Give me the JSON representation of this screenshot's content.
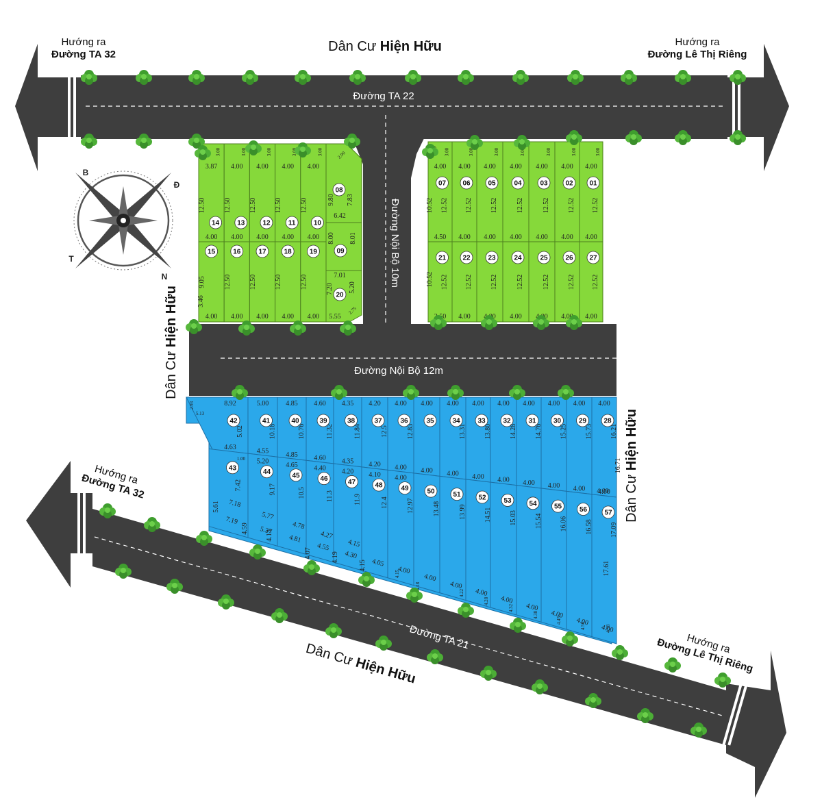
{
  "colors": {
    "road": "#3e3e3e",
    "green_lot": "#86d93a",
    "blue_lot": "#2ba8ea",
    "lot_line": "#4d7f1f",
    "blue_line": "#1c6fa5",
    "tree": "#4cae36"
  },
  "labels": {
    "top_area": [
      "Dân Cư ",
      "Hiện Hữu"
    ],
    "bottom_area": [
      "Dân Cư ",
      "Hiện Hữu"
    ],
    "left_area": [
      "Dân Cư ",
      "Hiện Hữu"
    ],
    "right_area": [
      "Dân Cư ",
      "Hiện Hữu"
    ],
    "road_ta22": "Đường TA 22",
    "road_ta21": "Đường TA 21",
    "road_noibo12": "Đường Nội Bộ 12m",
    "road_noibo10": "Đường Nội Bộ 10m",
    "dir_tl": [
      "Hướng ra",
      "Đường TA 32"
    ],
    "dir_tr": [
      "Hướng ra",
      "Đường Lê Thị Riêng"
    ],
    "dir_bl": [
      "Hướng ra",
      "Đường TA 32"
    ],
    "dir_br": [
      "Hướng ra",
      "Đường Lê Thị Riêng"
    ],
    "compass": [
      "B",
      "Đ",
      "N",
      "T"
    ]
  },
  "green_left_top": [
    {
      "lot": "14",
      "front": "3.87",
      "depth": "12.50",
      "back": "4.00"
    },
    {
      "lot": "13",
      "front": "4.00",
      "depth": "12.50",
      "back": "4.00"
    },
    {
      "lot": "12",
      "front": "4.00",
      "depth": "12.50",
      "back": "4.00"
    },
    {
      "lot": "11",
      "front": "4.00",
      "depth": "12.50",
      "back": "4.00"
    },
    {
      "lot": "10",
      "front": "4.00",
      "depth": "12.50",
      "back": "4.00"
    }
  ],
  "green_left_bottom": [
    {
      "lot": "15",
      "depth": "9.05",
      "front": "4.00"
    },
    {
      "lot": "16",
      "depth": "12.50",
      "front": "4.00"
    },
    {
      "lot": "17",
      "depth": "12.50",
      "front": "4.00"
    },
    {
      "lot": "18",
      "depth": "12.50",
      "front": "4.00"
    },
    {
      "lot": "19",
      "depth": "12.50",
      "front": "4.00"
    }
  ],
  "green_left_extra": {
    "lot08": "08",
    "lot09": "09",
    "lot20": "20",
    "d_980": "9.80",
    "d_783": "7.83",
    "d_642": "6.42",
    "d_800": "8.00",
    "d_801": "8.01",
    "d_701": "7.01",
    "d_720": "7.20",
    "d_520": "5.20",
    "d_555": "5.55",
    "d_275": "2.75",
    "d_346": "3.46",
    "d_300": "3.00",
    "d_290": "2.90"
  },
  "green_right_top": [
    {
      "lot": "07",
      "front": "4.00",
      "depth": "12.52",
      "back": "4.50"
    },
    {
      "lot": "06",
      "front": "4.00",
      "depth": "12.52",
      "back": "4.00"
    },
    {
      "lot": "05",
      "front": "4.00",
      "depth": "12.52",
      "back": "4.00"
    },
    {
      "lot": "04",
      "front": "4.00",
      "depth": "12.52",
      "back": "4.00"
    },
    {
      "lot": "03",
      "front": "4.00",
      "depth": "12.52",
      "back": "4.00"
    },
    {
      "lot": "02",
      "front": "4.00",
      "depth": "12.52",
      "back": "4.00"
    },
    {
      "lot": "01",
      "front": "4.00",
      "depth": "12.52",
      "back": "4.00"
    }
  ],
  "green_right_bottom": [
    {
      "lot": "21",
      "depth": "12.52",
      "front": "2.50"
    },
    {
      "lot": "22",
      "depth": "12.52",
      "front": "4.00"
    },
    {
      "lot": "23",
      "depth": "12.52",
      "front": "4.00"
    },
    {
      "lot": "24",
      "depth": "12.52",
      "front": "4.00"
    },
    {
      "lot": "25",
      "depth": "12.52",
      "front": "4.00"
    },
    {
      "lot": "26",
      "depth": "12.52",
      "front": "4.00"
    },
    {
      "lot": "27",
      "depth": "12.52",
      "front": "4.00"
    }
  ],
  "green_right_extra": {
    "d_1052a": "10.52",
    "d_1052b": "10.52",
    "d_300": "3.00",
    "d_290": "2.90"
  },
  "blue_top": [
    {
      "lot": "42",
      "front": "8.92",
      "depth": "5.02",
      "back": "4.63"
    },
    {
      "lot": "41",
      "front": "5.00",
      "depth": "10.18",
      "back": "4.55"
    },
    {
      "lot": "40",
      "front": "4.85",
      "depth": "10.76",
      "back": "4.85"
    },
    {
      "lot": "39",
      "front": "4.60",
      "depth": "11.32",
      "back": "4.60"
    },
    {
      "lot": "38",
      "front": "4.35",
      "depth": "11.84",
      "back": "4.35"
    },
    {
      "lot": "37",
      "front": "4.20",
      "depth": "12.5",
      "back": "4.20"
    },
    {
      "lot": "36",
      "front": "4.00",
      "depth": "12.83",
      "back": "4.00"
    },
    {
      "lot": "35",
      "front": "4.00",
      "depth": "",
      "back": "4.00"
    },
    {
      "lot": "34",
      "front": "4.00",
      "depth": "13.31",
      "back": "4.00"
    },
    {
      "lot": "33",
      "front": "4.00",
      "depth": "13.80",
      "back": "4.00"
    },
    {
      "lot": "32",
      "front": "4.00",
      "depth": "14.28",
      "back": "4.00"
    },
    {
      "lot": "31",
      "front": "4.00",
      "depth": "14.76",
      "back": "4.00"
    },
    {
      "lot": "30",
      "front": "4.00",
      "depth": "15.25",
      "back": "4.00"
    },
    {
      "lot": "29",
      "front": "4.00",
      "depth": "15.73",
      "back": "4.00"
    },
    {
      "lot": "28",
      "front": "4.00",
      "depth": "16.21",
      "back": "4.00"
    }
  ],
  "blue_bottom": [
    {
      "lot": "43",
      "top": "",
      "depth": "7.42",
      "bottom": "7.19"
    },
    {
      "lot": "44",
      "top": "5.20",
      "depth": "9.17",
      "bottom": "5.37"
    },
    {
      "lot": "45",
      "top": "4.65",
      "depth": "10.5",
      "bottom": "4.81"
    },
    {
      "lot": "46",
      "top": "4.40",
      "depth": "11.3",
      "bottom": "4.55"
    },
    {
      "lot": "47",
      "top": "4.20",
      "depth": "11.9",
      "bottom": "4.30"
    },
    {
      "lot": "48",
      "top": "4.10",
      "depth": "12.4",
      "bottom": "4.05"
    },
    {
      "lot": "49",
      "top": "4.00",
      "depth": "12.97",
      "bottom": "4.00"
    },
    {
      "lot": "50",
      "top": "",
      "depth": "13.48",
      "bottom": "4.00"
    },
    {
      "lot": "51",
      "top": "",
      "depth": "13.99",
      "bottom": "4.00"
    },
    {
      "lot": "52",
      "top": "",
      "depth": "14.51",
      "bottom": "4.00"
    },
    {
      "lot": "53",
      "top": "",
      "depth": "15.03",
      "bottom": "4.00"
    },
    {
      "lot": "54",
      "top": "",
      "depth": "15.54",
      "bottom": "4.00"
    },
    {
      "lot": "55",
      "top": "",
      "depth": "16.06",
      "bottom": "4.00"
    },
    {
      "lot": "56",
      "top": "",
      "depth": "16.58",
      "bottom": "4.00"
    },
    {
      "lot": "57",
      "top": "",
      "depth": "17.09",
      "bottom": "4.00"
    }
  ],
  "blue_extra": {
    "d_293": "2.93",
    "d_513": "5.13",
    "d_100": "1.00",
    "d_1671": "16.71",
    "d_1761": "17.61",
    "d_561": "5.61",
    "d_718": "7.18",
    "d_459": "4.59",
    "d_577": "5.77",
    "d_413": "4.13",
    "d_478": "4.78",
    "d_407": "4.07",
    "d_427": "4.27",
    "d_419": "4.19",
    "d_415a": "4.15",
    "d_415b": "4.15",
    "d_415c": "4.15",
    "d_418": "4.18",
    "d_422": "4.22",
    "d_428": "4.28",
    "d_432": "4.32",
    "d_438": "4.38",
    "d_445": "4.45",
    "d_456": "4.56",
    "d_458": "4.58",
    "d_400r": "4.00"
  }
}
